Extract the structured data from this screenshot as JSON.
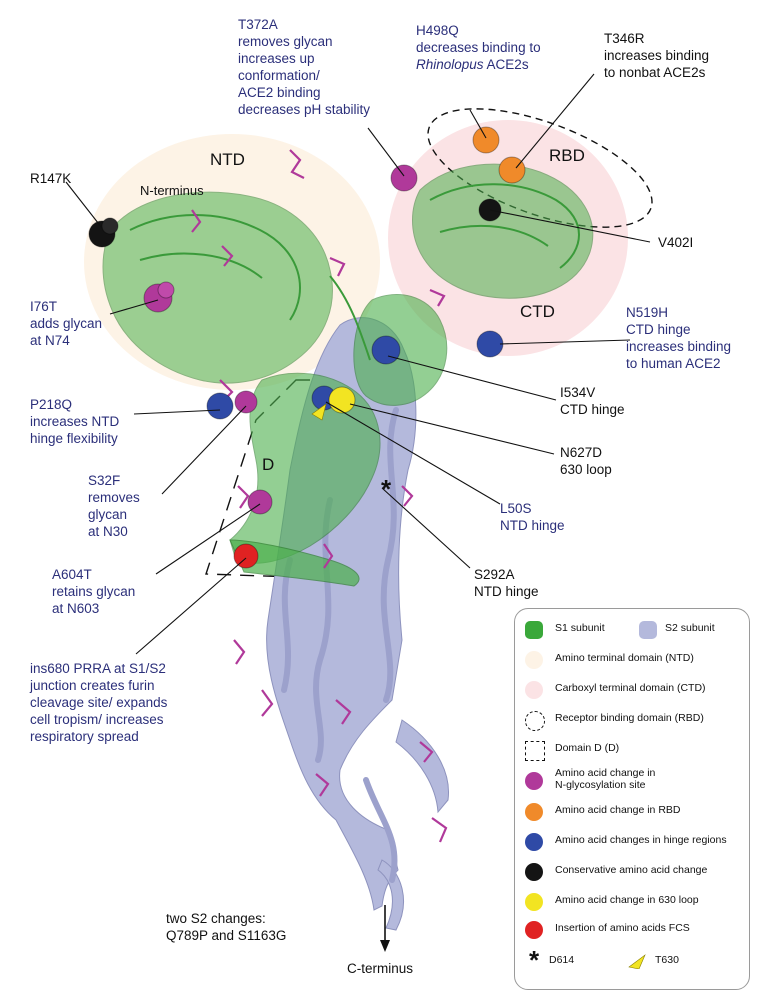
{
  "regions": {
    "ntd": "NTD",
    "rbd": "RBD",
    "ctd": "CTD",
    "domain_d": "D",
    "n_terminus": "N-terminus",
    "c_terminus": "C-terminus"
  },
  "annotations": {
    "t372a": "T372A\nremoves glycan\nincreases up\nconformation/\nACE2 binding\ndecreases pH stability",
    "h498q_line1": "H498Q",
    "h498q_line2": "decreases binding to",
    "h498q_line3": "Rhinolopus",
    "h498q_line3b": " ACE2s",
    "t346r": "T346R\nincreases binding\nto nonbat ACE2s",
    "r147k": "R147K",
    "v402i": "V402I",
    "i76t": "I76T\nadds glycan\nat N74",
    "n519h": "N519H\nCTD hinge\nincreases binding\nto human ACE2",
    "i534v": "I534V\nCTD hinge",
    "p218q": "P218Q\nincreases NTD\nhinge flexibility",
    "n627d": "N627D\n630 loop",
    "s32f": "S32F\nremoves\nglycan\nat N30",
    "l50s": "L50S\nNTD hinge",
    "a604t": "A604T\nretains glycan\nat N603",
    "s292a": "S292A\nNTD hinge",
    "ins680": "ins680 PRRA at S1/S2\njunction creates furin\ncleavage site/ expands\ncell tropism/ increases\nrespiratory spread",
    "s2_changes": "two S2 changes:\nQ789P and S1163G"
  },
  "legend": {
    "s1": "S1 subunit",
    "s2": "S2 subunit",
    "ntd": "Amino terminal domain (NTD)",
    "ctd": "Carboxyl terminal domain (CTD)",
    "rbd": "Receptor binding domain (RBD)",
    "domain_d": "Domain D (D)",
    "glyco": "Amino acid change in\nN-glycosylation site",
    "rbd_change": "Amino acid change in RBD",
    "hinge": "Amino acid changes in hinge regions",
    "conservative": "Conservative amino acid change",
    "loop630": "Amino acid change in 630 loop",
    "fcs": "Insertion of amino acids FCS",
    "d614": "D614",
    "t630": "T630"
  },
  "colors": {
    "s1_green": "#3aa83a",
    "s2_lavender": "#b4b9dc",
    "ntd_bg": "#fdf3e6",
    "ctd_bg": "#fbe3e5",
    "glycan_magenta": "#b0399a",
    "rbd_orange": "#f08a2a",
    "hinge_blue": "#2f4aa6",
    "conservative_black": "#141414",
    "loop_yellow": "#f2e422",
    "fcs_red": "#e02222",
    "label_navy": "#2b2f7a"
  }
}
